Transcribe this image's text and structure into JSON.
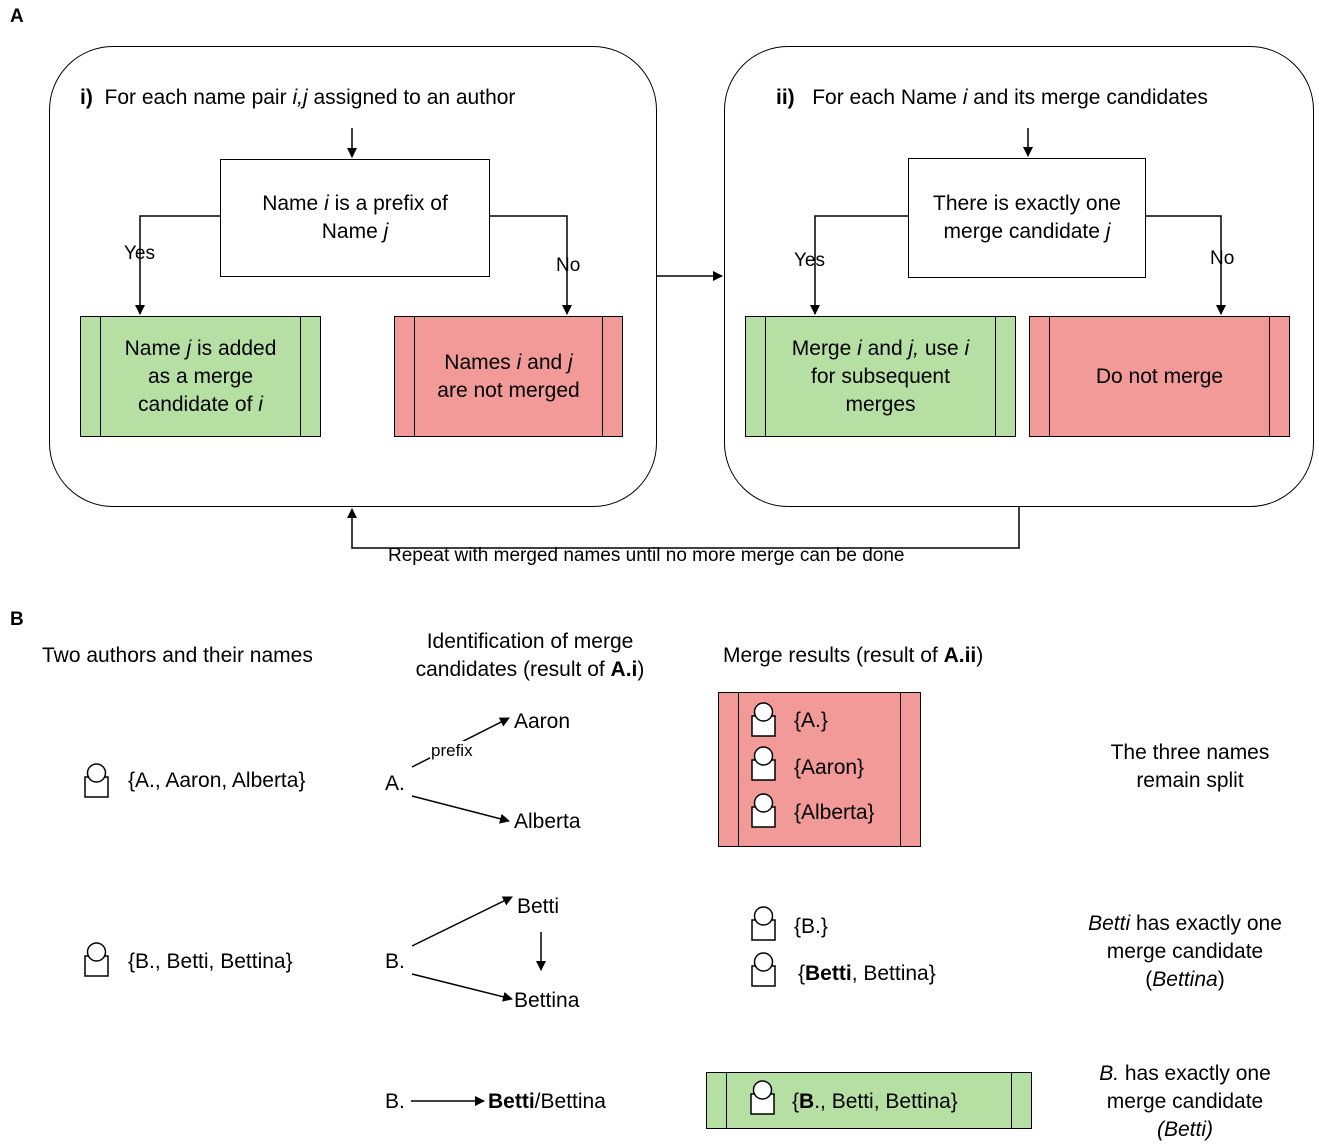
{
  "panel_a": {
    "letter": "A",
    "left": {
      "title_bold": "i)",
      "title_pre": "For each name pair ",
      "title_ital": "i,j",
      "title_post": " assigned to an author",
      "decision": {
        "l1a": "Name ",
        "l1b": "i",
        "l1c": " is a prefix of",
        "l2a": "Name ",
        "l2b": "j"
      },
      "yes": "Yes",
      "no": "No",
      "green": {
        "l1a": "Name ",
        "l1b": "j",
        "l1c": " is added",
        "l2": "as a merge",
        "l3a": "candidate of ",
        "l3b": "i"
      },
      "red": {
        "l1a": "Names ",
        "l1b": "i",
        "l1c": " and ",
        "l1d": "j",
        "l2": "are not merged"
      }
    },
    "right": {
      "title_bold": "ii)",
      "title_pre": "For each Name ",
      "title_ital": "i",
      "title_post": " and its merge candidates",
      "decision": {
        "l1": "There is exactly one",
        "l2a": "merge candidate ",
        "l2b": "j"
      },
      "yes": "Yes",
      "no": "No",
      "green": {
        "l1a": "Merge ",
        "l1b": "i",
        "l1c": " and ",
        "l1d": "j,",
        "l1e": " use ",
        "l1f": "i",
        "l2": "for subsequent",
        "l3": "merges"
      },
      "red": {
        "l1": "Do not merge"
      }
    },
    "repeat": "Repeat with merged names until no more merge can be done"
  },
  "panel_b": {
    "letter": "B",
    "col1_header": "Two authors and their names",
    "col2_header_l1": "Identification of merge",
    "col2_header_l2a": "candidates (result of ",
    "col2_header_l2b": "A.i",
    "col2_header_l2c": ")",
    "col3_header_a": "Merge results (result of ",
    "col3_header_b": "A.ii",
    "col3_header_c": ")",
    "row1": {
      "author_names": "{A., Aaron, Alberta}",
      "source": "A.",
      "target1": "Aaron",
      "target2": "Alberta",
      "edge_label": "prefix",
      "results": [
        "{A.}",
        "{Aaron}",
        "{Alberta}"
      ],
      "note_l1": "The three names",
      "note_l2": "remain split"
    },
    "row2": {
      "author_names": "{B., Betti, Bettina}",
      "source": "B.",
      "target1": "Betti",
      "target2": "Bettina",
      "result1": "{B.}",
      "result2_a": "{",
      "result2_b": "Betti",
      "result2_c": ", Bettina}",
      "note_l1a": "Betti",
      "note_l1b": " has exactly one",
      "note_l2": "merge candidate",
      "note_l3a": "(",
      "note_l3b": "Bettina",
      "note_l3c": ")"
    },
    "row3": {
      "source": "B.",
      "target_a": "Betti",
      "target_b": "/Bettina",
      "result_a": "{",
      "result_b": "B",
      "result_c": "., Betti, Bettina}",
      "note_l1a": "B.",
      "note_l1b": " has exactly one",
      "note_l2": "merge candidate",
      "note_l3": "(Betti)"
    }
  },
  "colors": {
    "green": "#b6e0a3",
    "red": "#f19a98",
    "stroke": "#000000"
  },
  "icons": [
    "person-icon"
  ]
}
